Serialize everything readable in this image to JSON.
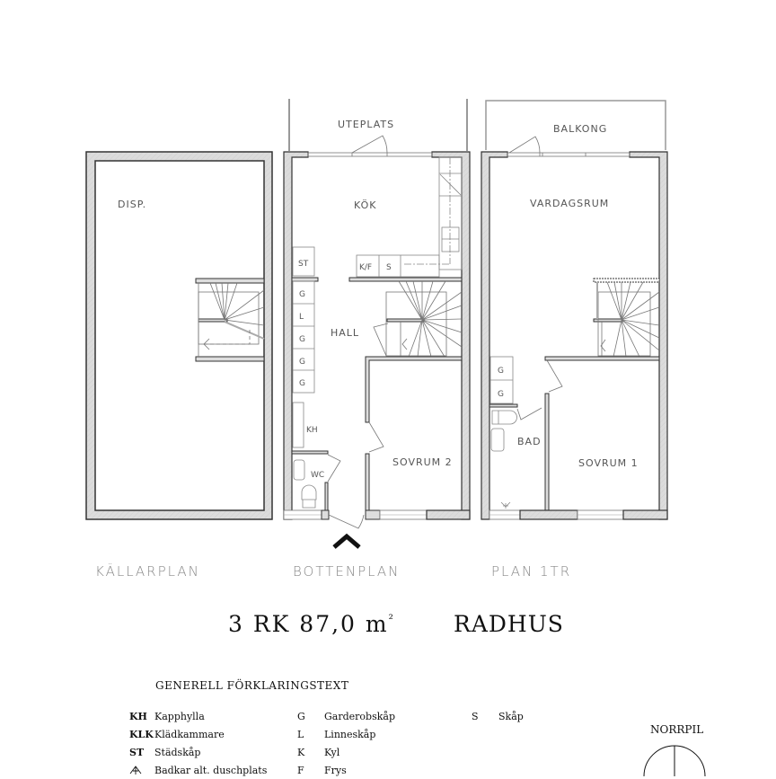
{
  "plans": [
    {
      "name": "KÄLLARPLAN",
      "rooms": [
        "DISP."
      ]
    },
    {
      "name": "BOTTENPLAN",
      "outdoor": "UTEPLATS",
      "rooms": [
        "KÖK",
        "HALL",
        "SOVRUM 2",
        "WC"
      ],
      "fixtures": [
        "ST",
        "G",
        "L",
        "G",
        "G",
        "G",
        "KH",
        "K/F",
        "S"
      ]
    },
    {
      "name": "PLAN 1TR",
      "outdoor": "BALKONG",
      "rooms": [
        "VARDAGSRUM",
        "BAD",
        "SOVRUM 1"
      ],
      "fixtures": [
        "G",
        "G"
      ]
    }
  ],
  "title": {
    "size": "3 RK 87,0 m",
    "unit_sup": "²",
    "type": "RADHUS"
  },
  "legend": {
    "title": "GENERELL FÖRKLARINGSTEXT",
    "col1": [
      {
        "code": "KH",
        "label": "Kapphylla"
      },
      {
        "code": "KLK",
        "label": "Klädkammare"
      },
      {
        "code": "ST",
        "label": "Städskåp"
      },
      {
        "code": "⩚",
        "label": "Badkar alt. duschplats"
      }
    ],
    "col2": [
      {
        "code": "G",
        "label": "Garderobskåp"
      },
      {
        "code": "L",
        "label": "Linneskåp"
      },
      {
        "code": "K",
        "label": "Kyl"
      },
      {
        "code": "F",
        "label": "Frys"
      }
    ],
    "col3": [
      {
        "code": "S",
        "label": "Skåp"
      }
    ]
  },
  "north_arrow": {
    "label": "NORRPIL"
  },
  "colors": {
    "wall_fill": "#dcdcdc",
    "wall_stroke": "#333333",
    "thin_line": "#777777",
    "text": "#555555"
  }
}
